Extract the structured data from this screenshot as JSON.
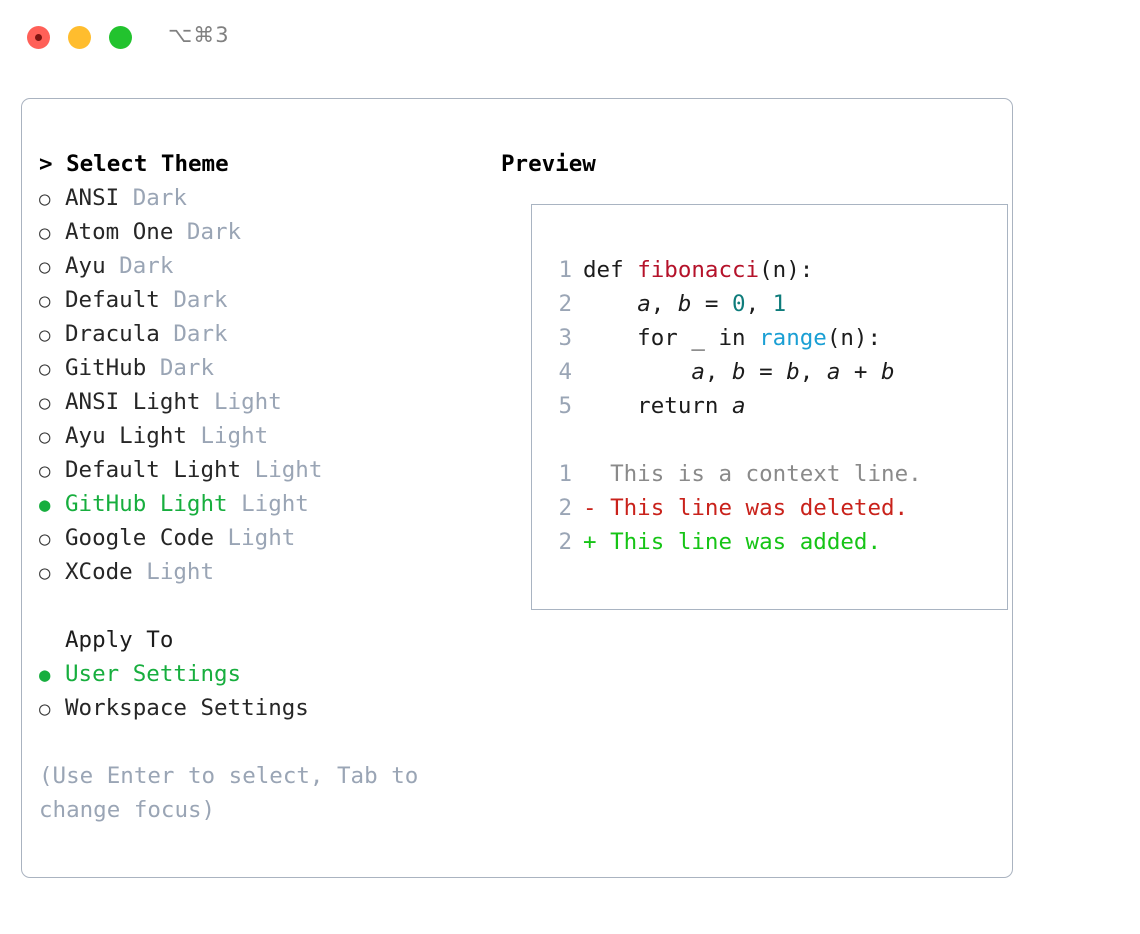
{
  "window": {
    "shortcut": "⌥⌘3",
    "traffic_lights": [
      {
        "name": "close",
        "color": "#ff6058"
      },
      {
        "name": "minimize",
        "color": "#ffbd2e"
      },
      {
        "name": "zoom",
        "color": "#22c32e"
      }
    ]
  },
  "theme_picker": {
    "heading": "> Select Theme",
    "marker_unselected": "○",
    "marker_selected": "●",
    "items": [
      {
        "label": "ANSI",
        "tag": "Dark",
        "selected": false
      },
      {
        "label": "Atom One",
        "tag": "Dark",
        "selected": false
      },
      {
        "label": "Ayu",
        "tag": "Dark",
        "selected": false
      },
      {
        "label": "Default",
        "tag": "Dark",
        "selected": false
      },
      {
        "label": "Dracula",
        "tag": "Dark",
        "selected": false
      },
      {
        "label": "GitHub",
        "tag": "Dark",
        "selected": false
      },
      {
        "label": "ANSI Light",
        "tag": "Light",
        "selected": false
      },
      {
        "label": "Ayu Light",
        "tag": "Light",
        "selected": false
      },
      {
        "label": "Default Light",
        "tag": "Light",
        "selected": false
      },
      {
        "label": "GitHub Light",
        "tag": "Light",
        "selected": true
      },
      {
        "label": "Google Code",
        "tag": "Light",
        "selected": false
      },
      {
        "label": "XCode",
        "tag": "Light",
        "selected": false
      }
    ]
  },
  "apply_to": {
    "heading": "Apply To",
    "items": [
      {
        "label": "User Settings",
        "selected": true
      },
      {
        "label": "Workspace Settings",
        "selected": false
      }
    ]
  },
  "hint": "(Use Enter to select, Tab to change focus)",
  "preview": {
    "heading": "Preview",
    "code_lines": [
      {
        "no": "1",
        "tokens": [
          {
            "t": "def ",
            "c": "plain"
          },
          {
            "t": "fibonacci",
            "c": "fn"
          },
          {
            "t": "(n):",
            "c": "plain"
          }
        ]
      },
      {
        "no": "2",
        "tokens": [
          {
            "t": "    ",
            "c": "plain"
          },
          {
            "t": "a",
            "c": "var"
          },
          {
            "t": ", ",
            "c": "plain"
          },
          {
            "t": "b",
            "c": "var"
          },
          {
            "t": " = ",
            "c": "plain"
          },
          {
            "t": "0",
            "c": "num"
          },
          {
            "t": ", ",
            "c": "plain"
          },
          {
            "t": "1",
            "c": "num"
          }
        ]
      },
      {
        "no": "3",
        "tokens": [
          {
            "t": "    for _ in ",
            "c": "plain"
          },
          {
            "t": "range",
            "c": "builtin"
          },
          {
            "t": "(n):",
            "c": "plain"
          }
        ]
      },
      {
        "no": "4",
        "tokens": [
          {
            "t": "        ",
            "c": "plain"
          },
          {
            "t": "a",
            "c": "var"
          },
          {
            "t": ", ",
            "c": "plain"
          },
          {
            "t": "b",
            "c": "var"
          },
          {
            "t": " = ",
            "c": "plain"
          },
          {
            "t": "b",
            "c": "var"
          },
          {
            "t": ", ",
            "c": "plain"
          },
          {
            "t": "a",
            "c": "var"
          },
          {
            "t": " + ",
            "c": "plain"
          },
          {
            "t": "b",
            "c": "var"
          }
        ]
      },
      {
        "no": "5",
        "tokens": [
          {
            "t": "    return ",
            "c": "plain"
          },
          {
            "t": "a",
            "c": "var"
          }
        ]
      }
    ],
    "diff_lines": [
      {
        "no": "1",
        "tokens": [
          {
            "t": "  This is ",
            "c": "ctx"
          },
          {
            "t": "a",
            "c": "ctx"
          },
          {
            "t": " context line.",
            "c": "ctx"
          }
        ]
      },
      {
        "no": "2",
        "tokens": [
          {
            "t": "- This line was deleted.",
            "c": "del"
          }
        ]
      },
      {
        "no": "2",
        "tokens": [
          {
            "t": "+ This line was added.",
            "c": "add"
          }
        ]
      }
    ]
  },
  "colors": {
    "accent_green": "#17ae3e",
    "diff_add": "#16c416",
    "diff_del": "#c9221b",
    "function": "#b5122a",
    "number": "#0e7c7b",
    "builtin": "#1a9fd4",
    "muted": "#9aa5b5",
    "border": "#a9b4c2"
  }
}
